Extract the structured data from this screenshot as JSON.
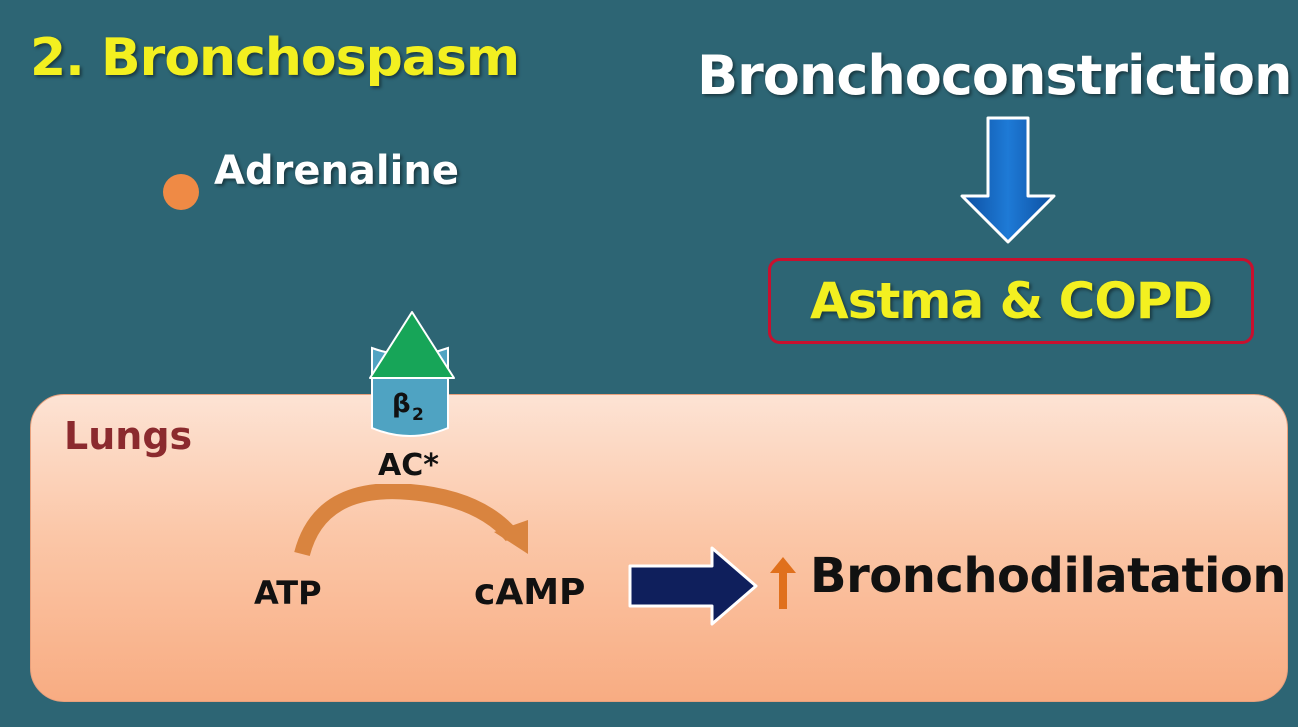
{
  "heading": "2. Bronchospasm",
  "agent": "Adrenaline",
  "effect_title": "Bronchoconstriction",
  "disease_label": "Astma & COPD",
  "lungs_label": "Lungs",
  "receptor": {
    "name": "β",
    "subscript": "2"
  },
  "enzyme_label": "AC*",
  "substrate_label": "ATP",
  "product_label": "cAMP",
  "outcome_label": "Bronchodilatation",
  "colors": {
    "background": "#2d6574",
    "heading": "#f3f020",
    "bullet": "#ef8a45",
    "down_arrow": "#1565c0",
    "box_border": "#c8102e",
    "lungs_label": "#8b2a2e",
    "receptor_triangle": "#17a558",
    "receptor_body": "#4fa3c2",
    "curve_arrow": "#d9843f",
    "result_arrow": "#0f1f5c",
    "up_arrow": "#e0701c"
  },
  "icons": [
    "bullet-dot",
    "down-arrow-icon",
    "receptor-icon",
    "curved-arrow-icon",
    "right-arrow-icon",
    "up-arrow-icon"
  ]
}
